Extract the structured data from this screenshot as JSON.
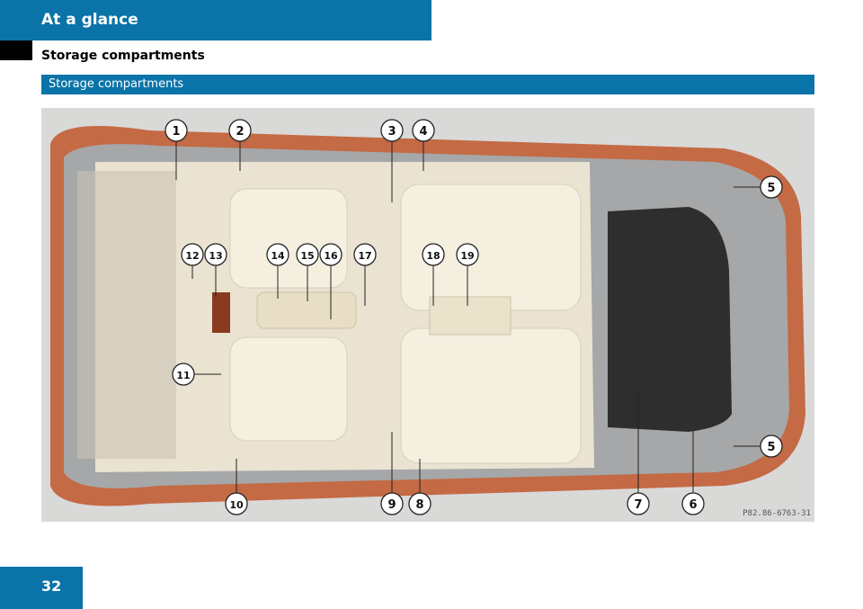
{
  "header": {
    "title": "At a glance"
  },
  "section_title": "Storage compartments",
  "bar_label": "Storage compartments",
  "figure_ref": "P82.86-6763-31",
  "page_number": "32",
  "callouts": [
    "1",
    "2",
    "3",
    "4",
    "5",
    "5",
    "6",
    "7",
    "8",
    "9",
    "10",
    "11",
    "12",
    "13",
    "14",
    "15",
    "16",
    "17",
    "18",
    "19"
  ],
  "colors": {
    "header_blue": "#0a73a8",
    "car_body": "#c46a45",
    "interior": "#efe8d6",
    "cargo": "#2e2e2e"
  }
}
